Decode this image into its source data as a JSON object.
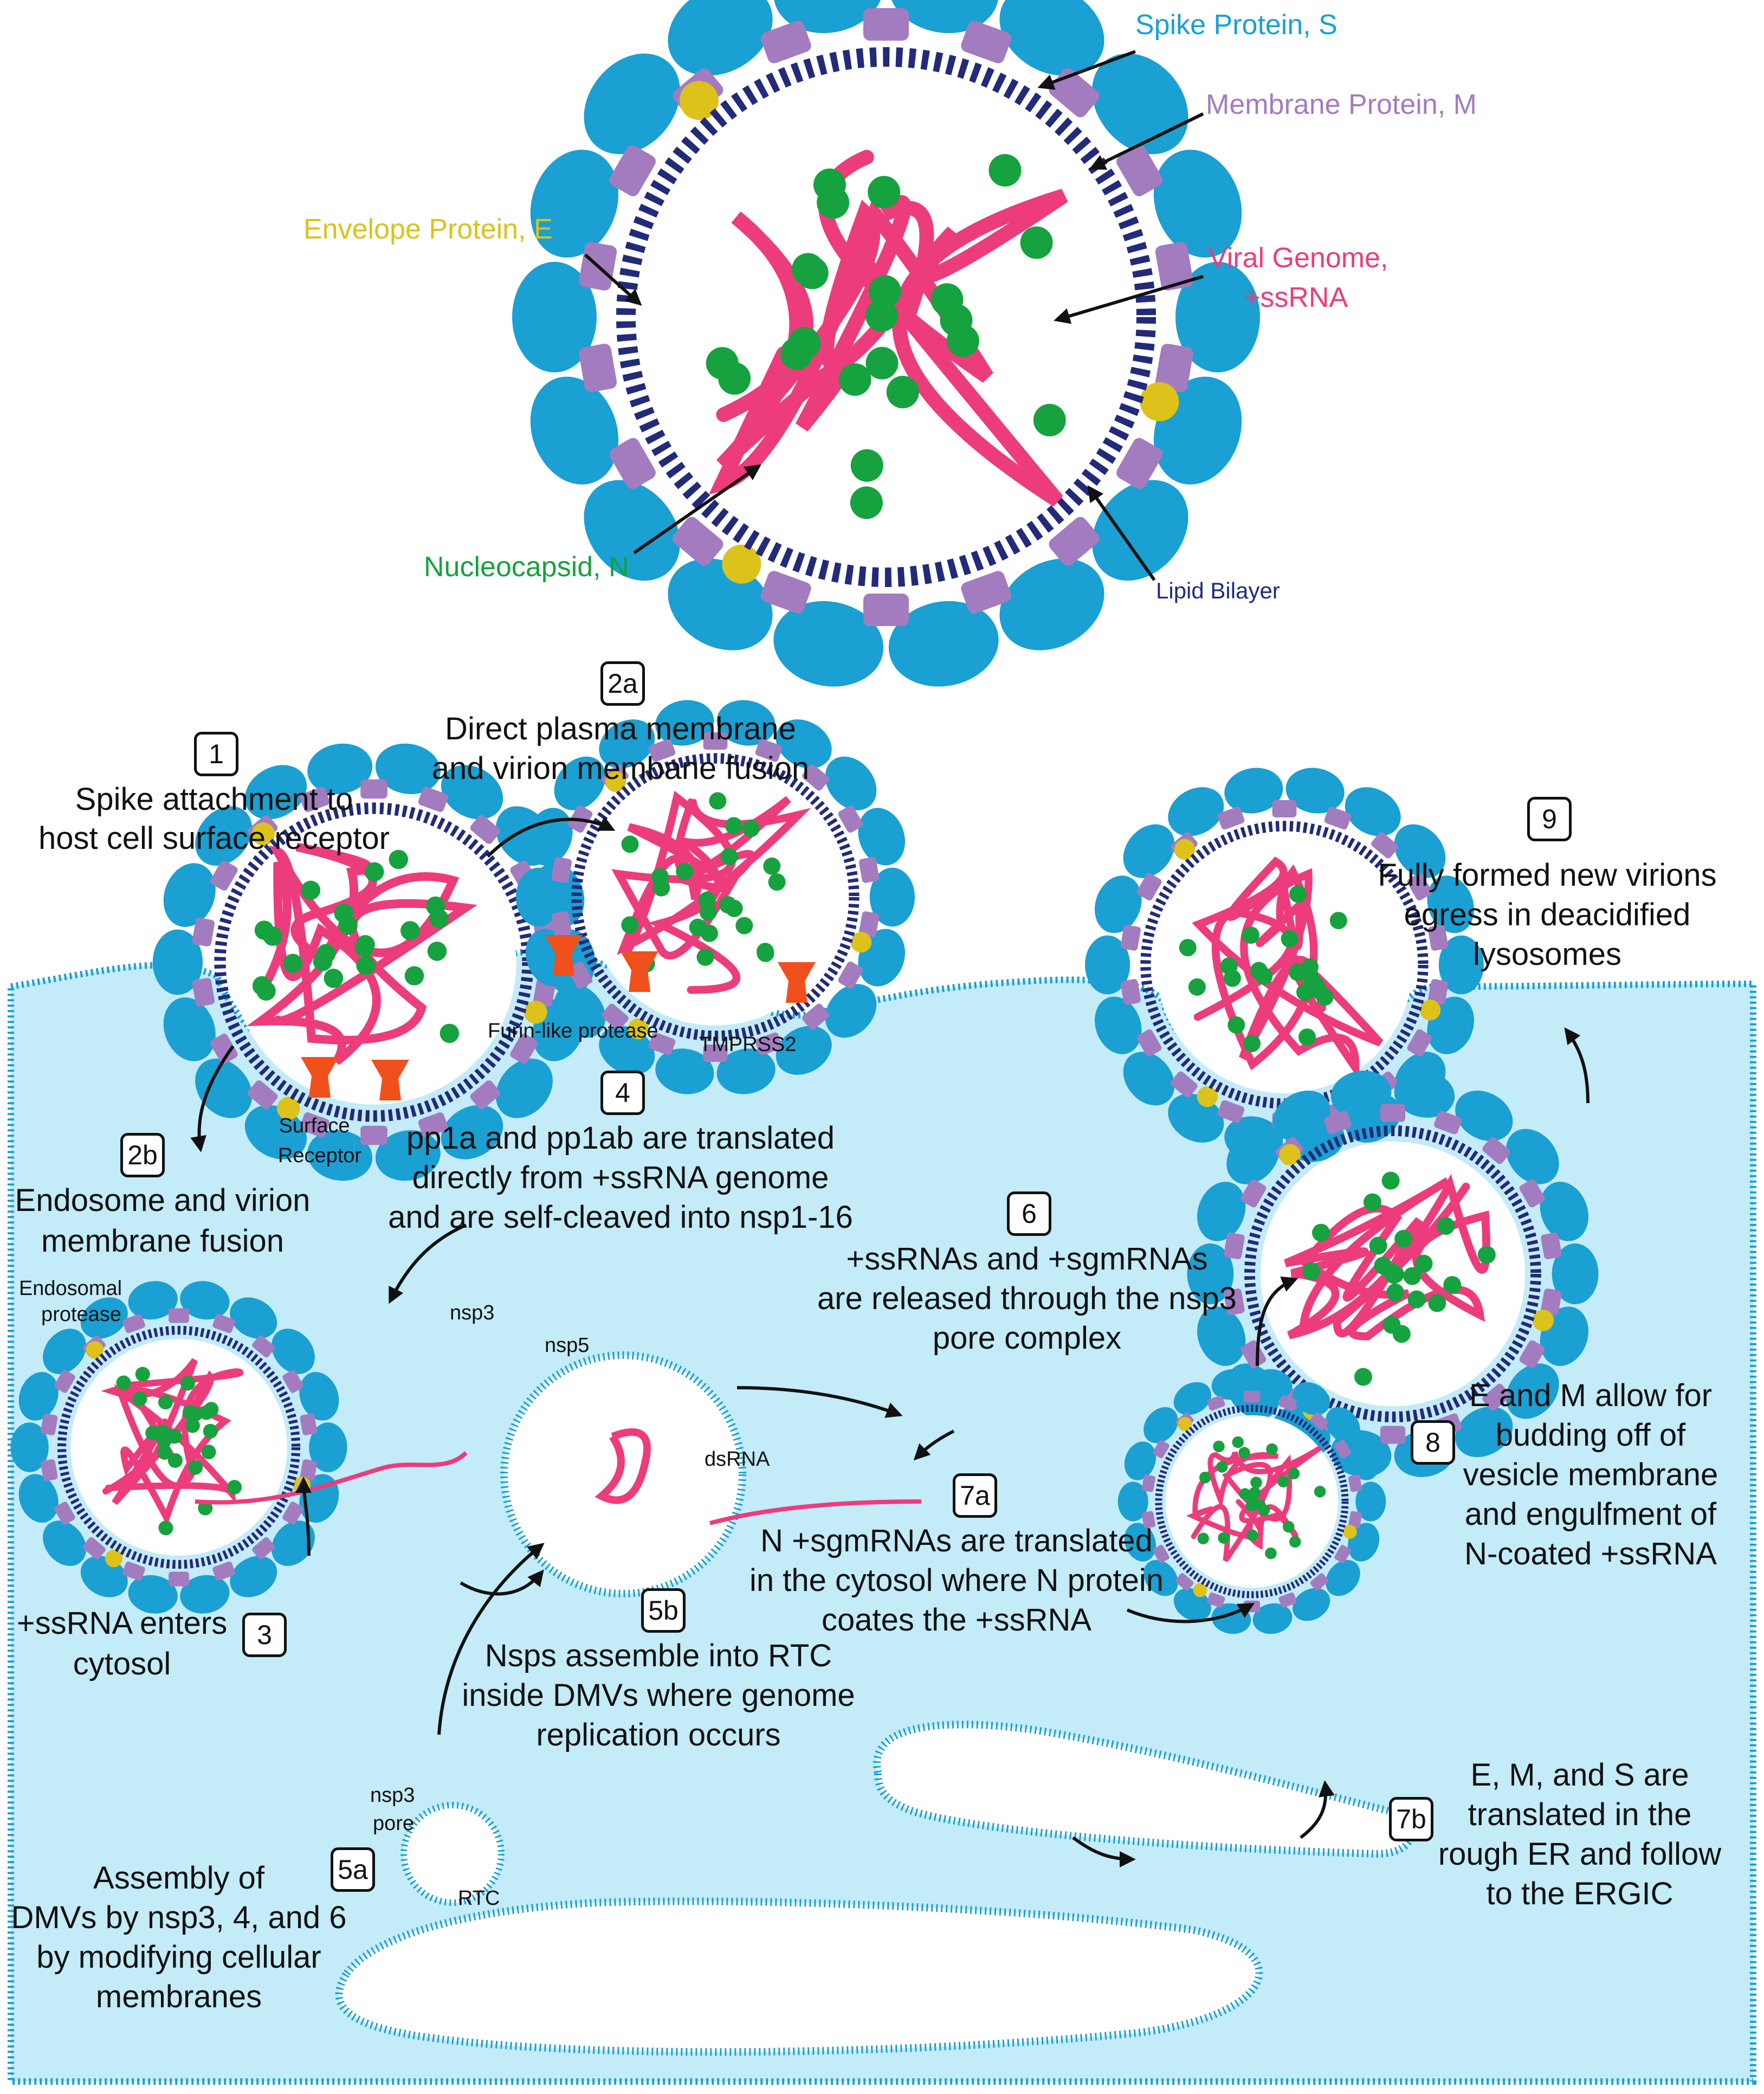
{
  "colors": {
    "spike": "#1aa0d2",
    "membrane_protein": "#a37cc0",
    "envelope": "#dcc21a",
    "genome": "#ec3c7c",
    "nucleocapsid": "#16a23e",
    "lipid_bilayer": "#222a7a",
    "cytoplasm": "#c3ebf8",
    "receptor": "#f0501c"
  },
  "virion_labels": {
    "spike": "Spike Protein, S",
    "membrane": "Membrane Protein, M",
    "envelope": "Envelope Protein, E",
    "genome_line1": "Viral Genome,",
    "genome_line2": "+ssRNA",
    "nucleocapsid": "Nucleocapsid, N",
    "lipid": "Lipid Bilayer"
  },
  "steps": {
    "s1": {
      "badge": "1",
      "lines": [
        "Spike attachment to",
        "host cell surface receptor"
      ]
    },
    "s2a": {
      "badge": "2a",
      "lines": [
        "Direct plasma membrane",
        "and virion membane fusion"
      ]
    },
    "s2b": {
      "badge": "2b",
      "lines": [
        "Endosome and virion",
        "membrane fusion"
      ]
    },
    "s3": {
      "badge": "3",
      "lines": [
        "+ssRNA enters",
        "cytosol"
      ]
    },
    "s4": {
      "badge": "4",
      "lines": [
        "pp1a and pp1ab are translated",
        "directly from +ssRNA genome",
        "and are self-cleaved into nsp1-16"
      ]
    },
    "s5a": {
      "badge": "5a",
      "lines": [
        "Assembly of",
        "DMVs by nsp3, 4, and 6",
        "by modifying cellular",
        "membranes"
      ]
    },
    "s5b": {
      "badge": "5b",
      "lines": [
        "Nsps assemble into RTC",
        "inside DMVs where genome",
        "replication occurs"
      ]
    },
    "s6": {
      "badge": "6",
      "lines": [
        "+ssRNAs and +sgmRNAs",
        "are released through the nsp3",
        "pore complex"
      ]
    },
    "s7a": {
      "badge": "7a",
      "lines": [
        "N +sgmRNAs are translated",
        "in the cytosol where N protein",
        "coates the +ssRNA"
      ]
    },
    "s7b": {
      "badge": "7b",
      "lines": [
        "E, M, and S are",
        "translated in the",
        "rough ER and follow",
        "to the ERGIC"
      ]
    },
    "s8": {
      "badge": "8",
      "lines": [
        "E and M allow for",
        "budding off of",
        "vesicle membrane",
        "and engulfment of",
        "N-coated +ssRNA"
      ]
    },
    "s9": {
      "badge": "9",
      "lines": [
        "Fully formed new virions",
        "egress in deacidified",
        "lysosomes"
      ]
    }
  },
  "small_labels": {
    "furin": "Furin-like protease",
    "tmprss2": "TMPRSS2",
    "surface_receptor_1": "Surface",
    "surface_receptor_2": "Receptor",
    "endosomal_1": "Endosomal",
    "endosomal_2": "protease",
    "nsp3": "nsp3",
    "nsp5": "nsp5",
    "dsrna": "dsRNA",
    "nsp3_pore_1": "nsp3",
    "nsp3_pore_2": "pore",
    "rtc": "RTC"
  }
}
